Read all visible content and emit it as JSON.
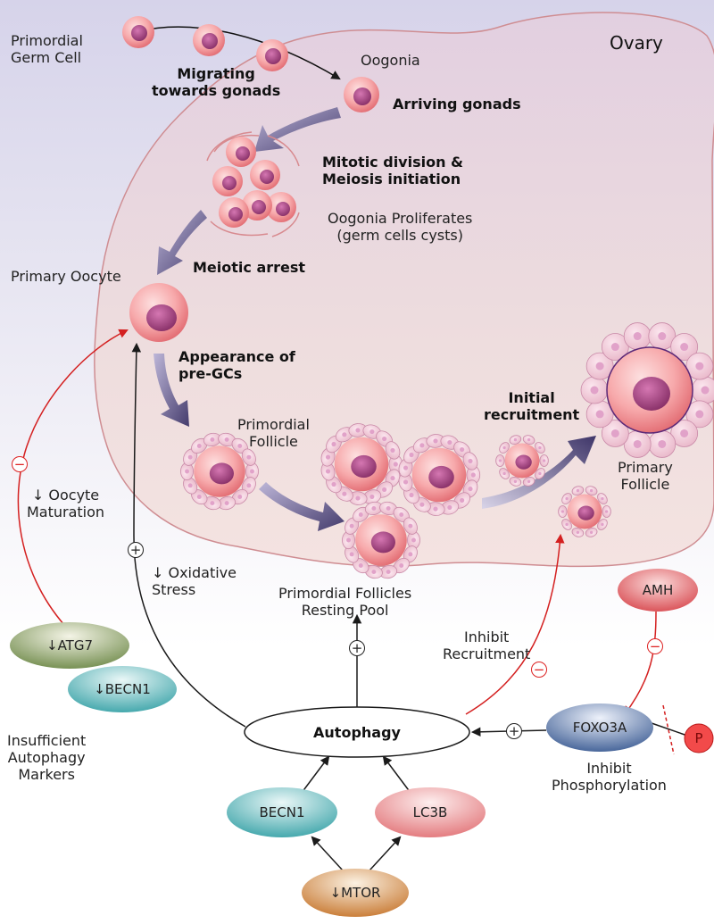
{
  "labels": {
    "ovary": "Ovary",
    "primordial_germ_cell": "Primordial\nGerm Cell",
    "migrating": "Migrating\ntowards gonads",
    "oogonia": "Oogonia",
    "arriving": "Arriving gonads",
    "mitotic": "Mitotic division &\nMeiosis initiation",
    "proliferates": "Oogonia Proliferates\n(germ cells cysts)",
    "meiotic_arrest": "Meiotic arrest",
    "primary_oocyte": "Primary Oocyte",
    "appearance": "Appearance of\npre-GCs",
    "primordial_follicle": "Primordial\nFollicle",
    "initial_recruitment": "Initial\nrecruitment",
    "primary_follicle": "Primary\nFollicle",
    "oocyte_maturation": "↓ Oocyte\nMaturation",
    "oxidative_stress": "↓ Oxidative\nStress",
    "resting_pool": "Primordial Follicles\nResting Pool",
    "inhibit_recruitment": "Inhibit\nRecruitment",
    "insufficient": "Insufficient\nAutophagy\nMarkers",
    "inhibit_phosphorylation": "Inhibit\nPhosphorylation"
  },
  "nodes": {
    "amh": "AMH",
    "atg7": "↓ATG7",
    "becn1_low": "↓BECN1",
    "autophagy": "Autophagy",
    "foxo3a": "FOXO3A",
    "phospho": "P",
    "becn1": "BECN1",
    "lc3b": "LC3B",
    "mtor": "↓MTOR"
  },
  "signs": {
    "minus": "−",
    "plus": "+"
  },
  "colors": {
    "inhibit_arrow": "#d42020",
    "activate_arrow": "#1a1a1a",
    "process_arrow": "#4a4470",
    "ovary_fill": "#ead6dc",
    "cell_pink": "#f29a9e",
    "nucleus": "#a0427c",
    "granulosa": "#e1a2c9"
  }
}
